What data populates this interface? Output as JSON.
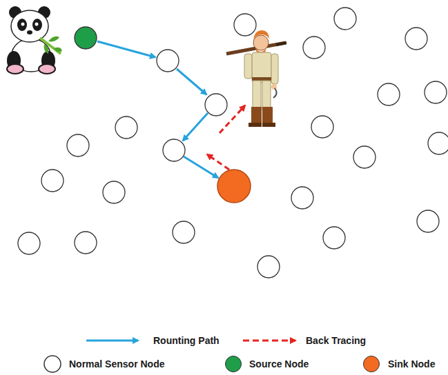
{
  "diagram": {
    "legend": [
      {
        "text": "Rounting Path"
      },
      {
        "text": "Back Tracing"
      },
      {
        "text": "Normal Sensor Node"
      },
      {
        "text": "Source Node",
        "color": "#1e9e48"
      },
      {
        "text": "Sink Node",
        "color": "#f36b21"
      }
    ]
  }
}
